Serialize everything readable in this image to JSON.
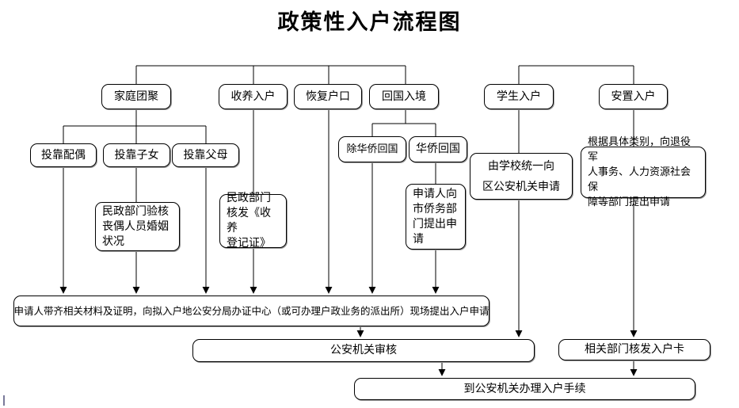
{
  "title": "政策性入户流程图",
  "nodes": {
    "family_reunion": {
      "label": "家庭团聚"
    },
    "adoption": {
      "label": "收养入户"
    },
    "restore_hukou": {
      "label": "恢复户口"
    },
    "return_entry": {
      "label": "回国入境"
    },
    "student": {
      "label": "学生入户"
    },
    "resettlement": {
      "label": "安置入户"
    },
    "join_spouse": {
      "label": "投靠配偶"
    },
    "join_children": {
      "label": "投靠子女"
    },
    "join_parents": {
      "label": "投靠父母"
    },
    "non_overseas_return": {
      "label": "除华侨回国"
    },
    "overseas_return": {
      "label": "华侨回国"
    },
    "civil_verify": {
      "label": "民政部门验核\n丧偶人员婚姻\n状况"
    },
    "civil_adopt_cert": {
      "label": "民政部门\n核发《收养\n登记证》"
    },
    "overseas_apply": {
      "label": "申请人向\n市侨务部\n门提出申\n请"
    },
    "school_apply": {
      "label": "由学校统一向\n区公安机关申请"
    },
    "resettle_apply": {
      "label": "根据具体类别，向退役军\n人事务、人力资源社会保\n障等部门提出申请"
    },
    "onsite_apply": {
      "label": "申请人带齐相关材料及证明，向拟入户地公安分局办证中心（或可办理户政业务的派出所）现场提出入户申请"
    },
    "police_review": {
      "label": "公安机关审核"
    },
    "issue_card": {
      "label": "相关部门核发入户卡"
    },
    "complete": {
      "label": "到公安机关办理入户手续"
    }
  },
  "colors": {
    "line": "#000000",
    "box_border": "#000000",
    "box_shadow": "#9a9a9a",
    "background": "#ffffff"
  }
}
